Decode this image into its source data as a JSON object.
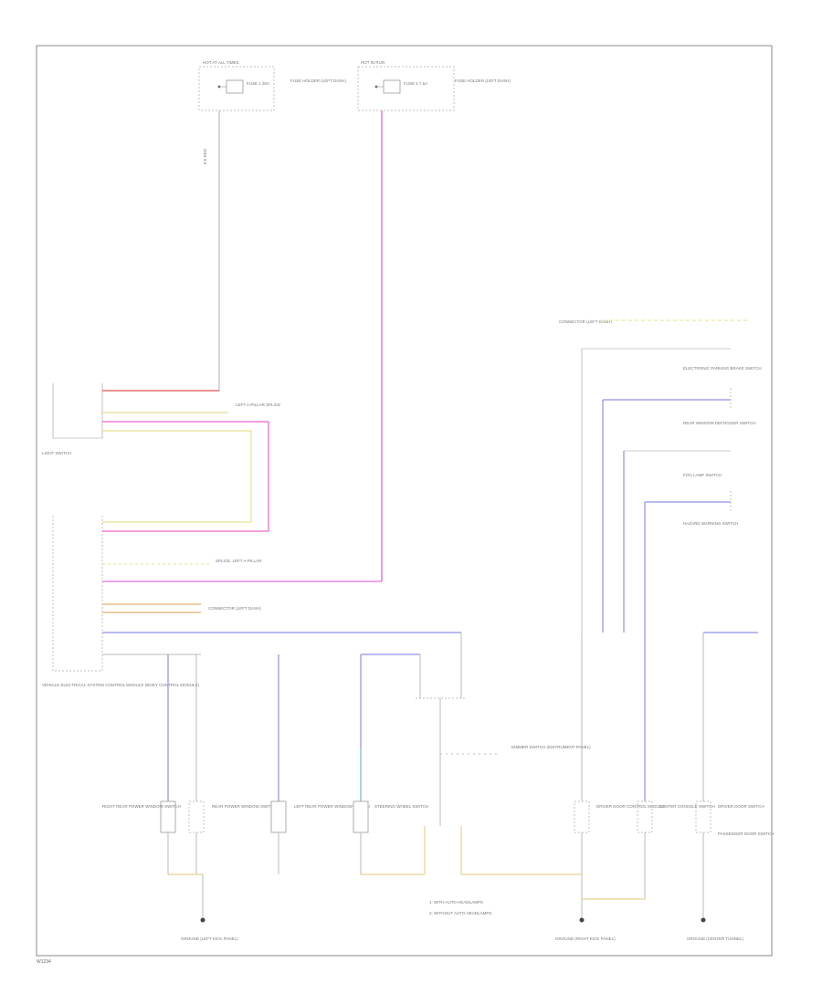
{
  "page": {
    "id": "W1234"
  },
  "colors": {
    "red": "#e05050",
    "magenta": "#e070e0",
    "pink": "#f060d0",
    "yellow": "#e8e090",
    "blue": "#9090e8",
    "tan": "#e8d090",
    "gray": "#bbbbbb",
    "orange": "#e8b070",
    "teal": "#80c8c8"
  },
  "fuses": [
    {
      "header": "HOT AT ALL TIMES",
      "fuse": "FUSE 1 30A",
      "desc": "FUSE HOLDER (LEFT DASH)"
    },
    {
      "header": "HOT IN RUN",
      "fuse": "FUSE 5 7.5A",
      "desc": "FUSE HOLDER (LEFT DASH)"
    }
  ],
  "components": {
    "light_switch": "LIGHT SWITCH",
    "vehicle_control_module": "VEHICLE ELECTRICAL SYSTEM CONTROL MODULE (BODY CONTROL MODULE)",
    "splice_left_a": "LEFT A-PILLAR SPLICE",
    "splice_left_b": "SPLICE, LEFT A-PILLAR",
    "connector_left_dash": "CONNECTOR (LEFT DASH)",
    "right_ground": "GROUND (RIGHT KICK PANEL)",
    "top_connector": "CONNECTOR (LEFT DASH)",
    "right_switch_1": "ELECTRONIC PARKING BRAKE SWITCH",
    "right_switch_2": "REAR WINDOW DEFOGGER SWITCH",
    "right_switch_3": "FOG LAMP SWITCH",
    "right_switch_4": "HAZARD WARNING SWITCH",
    "bottom_1": "RIGHT REAR POWER WINDOW SWITCH",
    "bottom_2": "REAR POWER WINDOW SWITCH",
    "bottom_3": "LEFT REAR POWER WINDOW SWITCH",
    "bottom_4": "STEERING WHEEL SWITCH",
    "bottom_5": "DRIVER DOOR CONTROL MODULE",
    "bottom_6": "CENTER CONSOLE SWITCH",
    "bottom_7": "DRIVER DOOR SWITCH",
    "bottom_8": "PASSENGER DOOR SWITCH",
    "ground_1": "GROUND (LEFT KICK PANEL)",
    "ground_2": "GROUND (RIGHT KICK PANEL)",
    "ground_3": "GROUND (CENTER TUNNEL)",
    "center_switch": "DIMMER SWITCH (INSTRUMENT PANEL)"
  },
  "notes": [
    "1: WITH AUTO HEADLAMPS",
    "2: WITHOUT AUTO HEADLAMPS"
  ]
}
